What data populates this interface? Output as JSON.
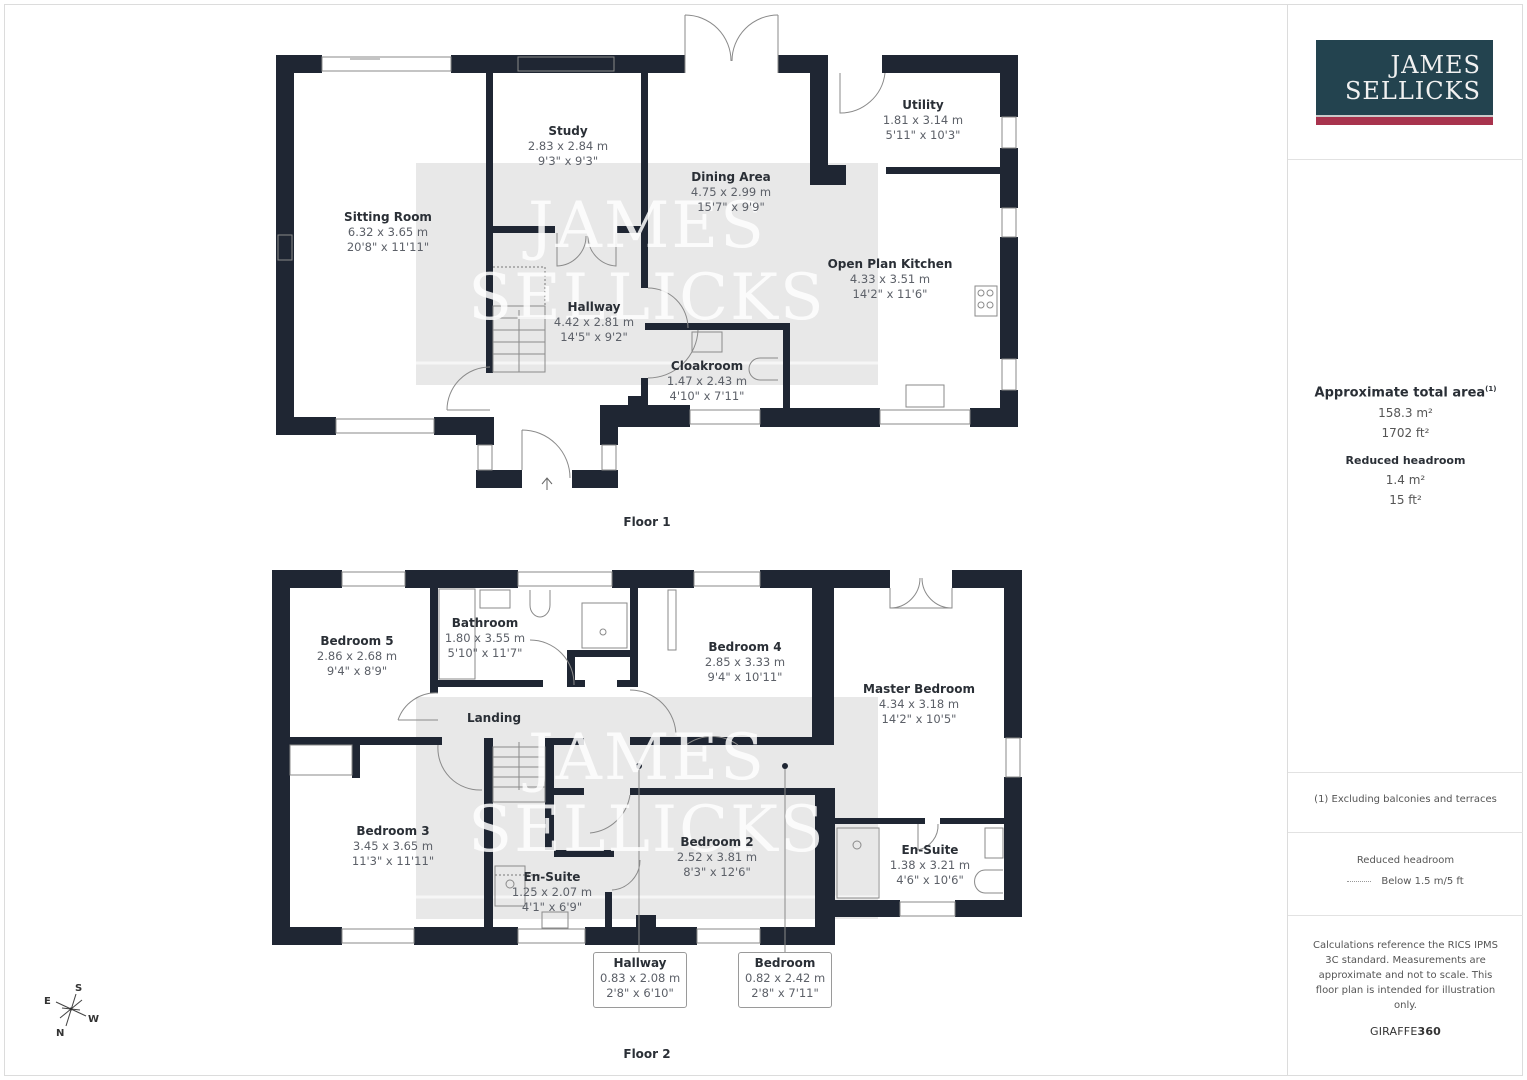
{
  "brand": {
    "logo_line1": "JAMES",
    "logo_line2": "SELLICKS",
    "colors": {
      "logo_bg": "#23434f",
      "logo_bar": "#a8334d",
      "wall": "#1f2633"
    }
  },
  "summary": {
    "area_title": "Approximate total area",
    "area_footnote": "(1)",
    "area_m2": "158.3 m²",
    "area_ft2": "1702 ft²",
    "reduced_title": "Reduced headroom",
    "reduced_m2": "1.4 m²",
    "reduced_ft2": "15 ft²"
  },
  "footnote": "(1) Excluding balconies and terraces",
  "legend": {
    "title": "Reduced headroom",
    "item": "Below 1.5 m/5 ft"
  },
  "disclaimer": "Calculations reference the RICS IPMS 3C standard. Measurements are approximate and not to scale. This floor plan is intended for illustration only.",
  "provider": {
    "name": "GIRAFFE",
    "suffix": "360"
  },
  "watermark": {
    "line1": "JAMES",
    "line2": "SELLICKS"
  },
  "compass": {
    "n": "N",
    "s": "S",
    "e": "E",
    "w": "W"
  },
  "floor1": {
    "title": "Floor 1",
    "rooms": [
      {
        "name": "Sitting Room",
        "metric": "6.32 x 3.65 m",
        "imperial": "20'8\" x 11'11\""
      },
      {
        "name": "Study",
        "metric": "2.83 x 2.84 m",
        "imperial": "9'3\" x 9'3\""
      },
      {
        "name": "Dining Area",
        "metric": "4.75 x 2.99 m",
        "imperial": "15'7\" x 9'9\""
      },
      {
        "name": "Utility",
        "metric": "1.81 x 3.14 m",
        "imperial": "5'11\" x 10'3\""
      },
      {
        "name": "Open Plan Kitchen",
        "metric": "4.33 x 3.51 m",
        "imperial": "14'2\" x 11'6\""
      },
      {
        "name": "Hallway",
        "metric": "4.42 x 2.81 m",
        "imperial": "14'5\" x 9'2\""
      },
      {
        "name": "Cloakroom",
        "metric": "1.47 x 2.43 m",
        "imperial": "4'10\" x 7'11\""
      }
    ]
  },
  "floor2": {
    "title": "Floor 2",
    "rooms": [
      {
        "name": "Bedroom 5",
        "metric": "2.86 x 2.68 m",
        "imperial": "9'4\" x 8'9\""
      },
      {
        "name": "Bathroom",
        "metric": "1.80 x 3.55 m",
        "imperial": "5'10\" x 11'7\""
      },
      {
        "name": "Bedroom 4",
        "metric": "2.85 x 3.33 m",
        "imperial": "9'4\" x 10'11\""
      },
      {
        "name": "Master Bedroom",
        "metric": "4.34 x 3.18 m",
        "imperial": "14'2\" x 10'5\""
      },
      {
        "name": "Landing",
        "metric": "",
        "imperial": ""
      },
      {
        "name": "Bedroom 3",
        "metric": "3.45 x 3.65 m",
        "imperial": "11'3\" x 11'11\""
      },
      {
        "name": "Bedroom 2",
        "metric": "2.52 x 3.81 m",
        "imperial": "8'3\" x 12'6\""
      },
      {
        "name": "En-Suite",
        "metric": "1.25 x 2.07 m",
        "imperial": "4'1\" x 6'9\""
      },
      {
        "name": "En-Suite",
        "metric": "1.38 x 3.21 m",
        "imperial": "4'6\" x 10'6\""
      }
    ],
    "callouts": [
      {
        "name": "Hallway",
        "metric": "0.83 x 2.08 m",
        "imperial": "2'8\" x 6'10\""
      },
      {
        "name": "Bedroom",
        "metric": "0.82 x 2.42 m",
        "imperial": "2'8\" x 7'11\""
      }
    ]
  }
}
